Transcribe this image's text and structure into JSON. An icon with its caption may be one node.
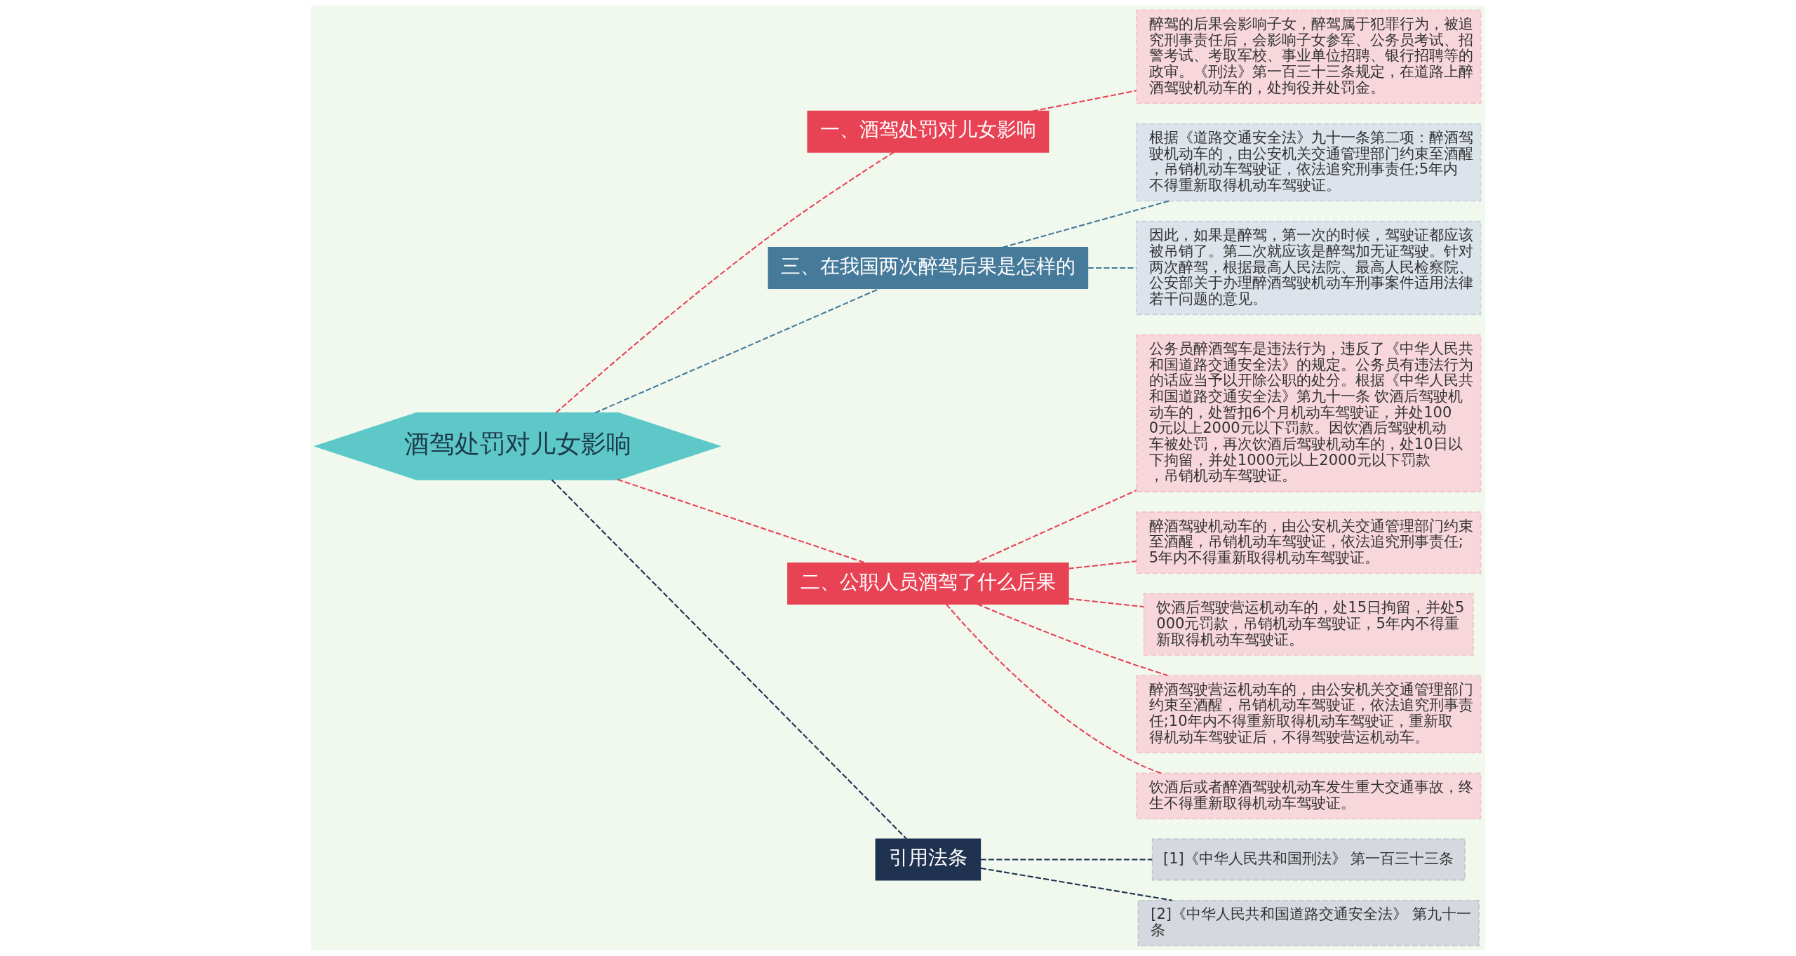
{
  "diagram": {
    "nodes": [
      {
        "text": [
          "酒驾处罚对儿女影响"
        ]
      },
      {
        "text": [
          "一、酒驾处罚对儿女影响"
        ]
      },
      {
        "text": [
          "醉驾的后果会影响子女，醉驾属于犯罪行为，被追究刑事责任后，会影响子女参军、公务员考试、招警考试、考取军校、事业单位招聘、银行招聘等的政审。《刑法》第一百三十三条规定，在道路上醉酒驾驶机动车的，处拘役并处罚金。"
        ]
      },
      {
        "text": [
          "三、在我国两次醉驾后果是怎样的"
        ]
      },
      {
        "text": [
          "根据《道路交通安全法》九十一条第二项：醉酒驾驶机动车的，由公安机关交通管理部门约束至酒醒，吊销机动车驾驶证，依法追究刑事责任;5年内不得重新取得机动车驾驶证。"
        ]
      },
      {
        "text": [
          "因此，如果是醉驾，第一次的时候，驾驶证都应该被吊销了。第二次就应该是醉驾加无证驾驶。针对两次醉驾，根据最高人民法院、最高人民检察院、公安部关于办理醉酒驾驶机动车刑事案件适用法律若干问题的意见。"
        ]
      },
      {
        "text": [
          "二、公职人员酒驾了什么后果"
        ]
      },
      {
        "text": [
          "公务员醉酒驾车是违法行为，违反了《中华人民共和国道路交通安全法》的规定。公务员有违法行为的话应当予以开除公职的处分。根据《中华人民共和国道路交通安全法》第九十一条 饮酒后驾驶机动车的，处暂扣6个月机动车驾驶证，并处1000元以上2000元以下罚款。因饮酒后驾驶机动车被处罚，再次饮酒后驾驶机动车的，处10日以下拘留，并处1000元以上2000元以下罚款，吊销机动车驾驶证。"
        ]
      },
      {
        "text": [
          "醉酒驾驶机动车的，由公安机关交通管理部门约束至酒醒，吊销机动车驾驶证，依法追究刑事责任;5年内不得重新取得机动车驾驶证。"
        ]
      },
      {
        "text": [
          "饮酒后驾驶营运机动车的，处15日拘留，并处5000元罚款，吊销机动车驾驶证，5年内不得重新取得机动车驾驶证。"
        ]
      },
      {
        "text": [
          "醉酒驾驶营运机动车的，由公安机关交通管理部门约束至酒醒，吊销机动车驾驶证，依法追究刑事责任;10年内不得重新取得机动车驾驶证，重新取得机动车驾驶证后，不得驾驶营运机动车。"
        ]
      },
      {
        "text": [
          "饮酒后或者醉酒驾驶机动车发生重大交通事故，终生不得重新取得机动车驾驶证。"
        ]
      },
      {
        "text": [
          "引用法条"
        ]
      },
      {
        "text": [
          "[1]《中华人民共和国刑法》 第一百三十三条"
        ]
      },
      {
        "text": [
          "[2]《中华人民共和国道路交通安全法》 第九十一条"
        ]
      }
    ],
    "edges": [
      {
        "from": 0,
        "to": 1,
        "arrow": "none",
        "style": "dashed"
      },
      {
        "from": 1,
        "to": 2,
        "arrow": "none",
        "style": "dashed"
      },
      {
        "from": 0,
        "to": 3,
        "arrow": "none",
        "style": "dashed",
        "color": "#467a9a"
      },
      {
        "from": 3,
        "to": 4,
        "arrow": "none",
        "style": "dashed",
        "color": "#467a9a"
      },
      {
        "from": 3,
        "to": 5,
        "arrow": "none",
        "style": "dashed",
        "color": "#467a9a"
      },
      {
        "from": 0,
        "to": 6,
        "arrow": "none",
        "style": "dashed"
      },
      {
        "from": 6,
        "to": 7,
        "arrow": "none",
        "style": "dashed"
      },
      {
        "from": 6,
        "to": 8,
        "arrow": "none",
        "style": "dashed"
      },
      {
        "from": 6,
        "to": 9,
        "arrow": "none",
        "style": "dashed"
      },
      {
        "from": 6,
        "to": 10,
        "arrow": "none",
        "style": "dashed"
      },
      {
        "from": 6,
        "to": 11,
        "arrow": "none",
        "style": "dashed"
      },
      {
        "from": 0,
        "to": 12,
        "arrow": "none",
        "style": "dashed",
        "color": "#1f3250"
      },
      {
        "from": 12,
        "to": 13,
        "arrow": "none",
        "style": "dashed",
        "color": "#1f3250"
      },
      {
        "from": 12,
        "to": 14,
        "arrow": "none",
        "style": "dashed",
        "color": "#1f3250"
      }
    ]
  }
}
